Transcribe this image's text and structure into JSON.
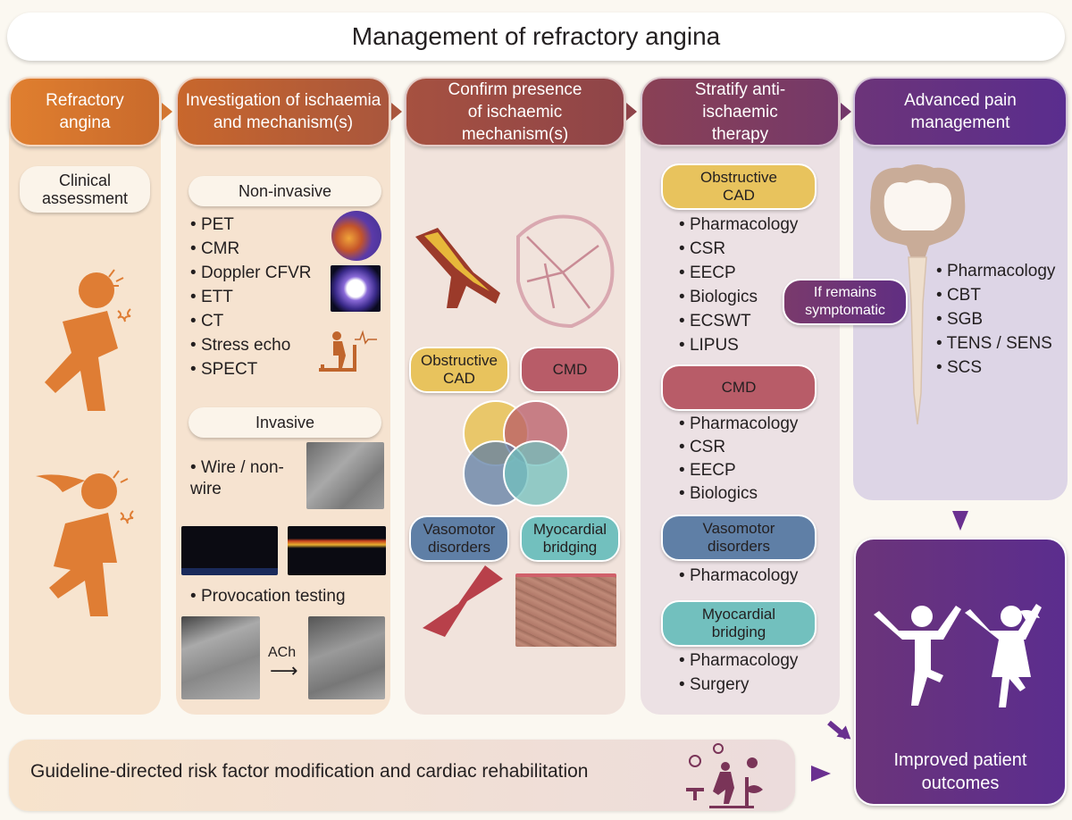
{
  "title": "Management of refractory angina",
  "colors": {
    "orange": "#d97a2e",
    "brown": "#a8593a",
    "rust": "#9b4a3c",
    "plum": "#7c3a58",
    "purple": "#5b2d8c",
    "obstructive_cad": "#e8c35d",
    "cmd": "#b85c68",
    "vasomotor": "#5f7fa6",
    "myocardial_bridging": "#72c0be"
  },
  "steps": [
    {
      "label": "Refractory angina"
    },
    {
      "label": "Investigation of ischaemia and mechanism(s)"
    },
    {
      "label": "Confirm presence of ischaemic mechanism(s)"
    },
    {
      "label": "Stratify anti-ischaemic therapy"
    },
    {
      "label": "Advanced pain management"
    }
  ],
  "col1": {
    "pill": "Clinical assessment",
    "icons": [
      "man-chest-pain-icon",
      "woman-chest-pain-icon"
    ]
  },
  "col2": {
    "noninvasive_label": "Non-invasive",
    "noninvasive_items": [
      "PET",
      "CMR",
      "Doppler CFVR",
      "ETT",
      "CT",
      "Stress echo",
      "SPECT"
    ],
    "invasive_label": "Invasive",
    "invasive_items": [
      "Wire / non-wire"
    ],
    "provocation_label": "Provocation testing",
    "ach_label": "ACh"
  },
  "col3": {
    "mechanisms": [
      "Obstructive CAD",
      "CMD",
      "Vasomotor disorders",
      "Myocardial bridging"
    ]
  },
  "col4": {
    "groups": [
      {
        "label": "Obstructive CAD",
        "items": [
          "Pharmacology",
          "CSR",
          "EECP",
          "Biologics",
          "ECSWT",
          "LIPUS"
        ]
      },
      {
        "label": "CMD",
        "items": [
          "Pharmacology",
          "CSR",
          "EECP",
          "Biologics"
        ]
      },
      {
        "label": "Vasomotor disorders",
        "items": [
          "Pharmacology"
        ]
      },
      {
        "label": "Myocardial bridging",
        "items": [
          "Pharmacology",
          "Surgery"
        ]
      }
    ],
    "if_remains": "If remains symptomatic"
  },
  "col5": {
    "items": [
      "Pharmacology",
      "CBT",
      "SGB",
      "TENS / SENS",
      "SCS"
    ]
  },
  "outcome": "Improved patient outcomes",
  "bottom_bar": "Guideline-directed risk factor modification and cardiac rehabilitation"
}
